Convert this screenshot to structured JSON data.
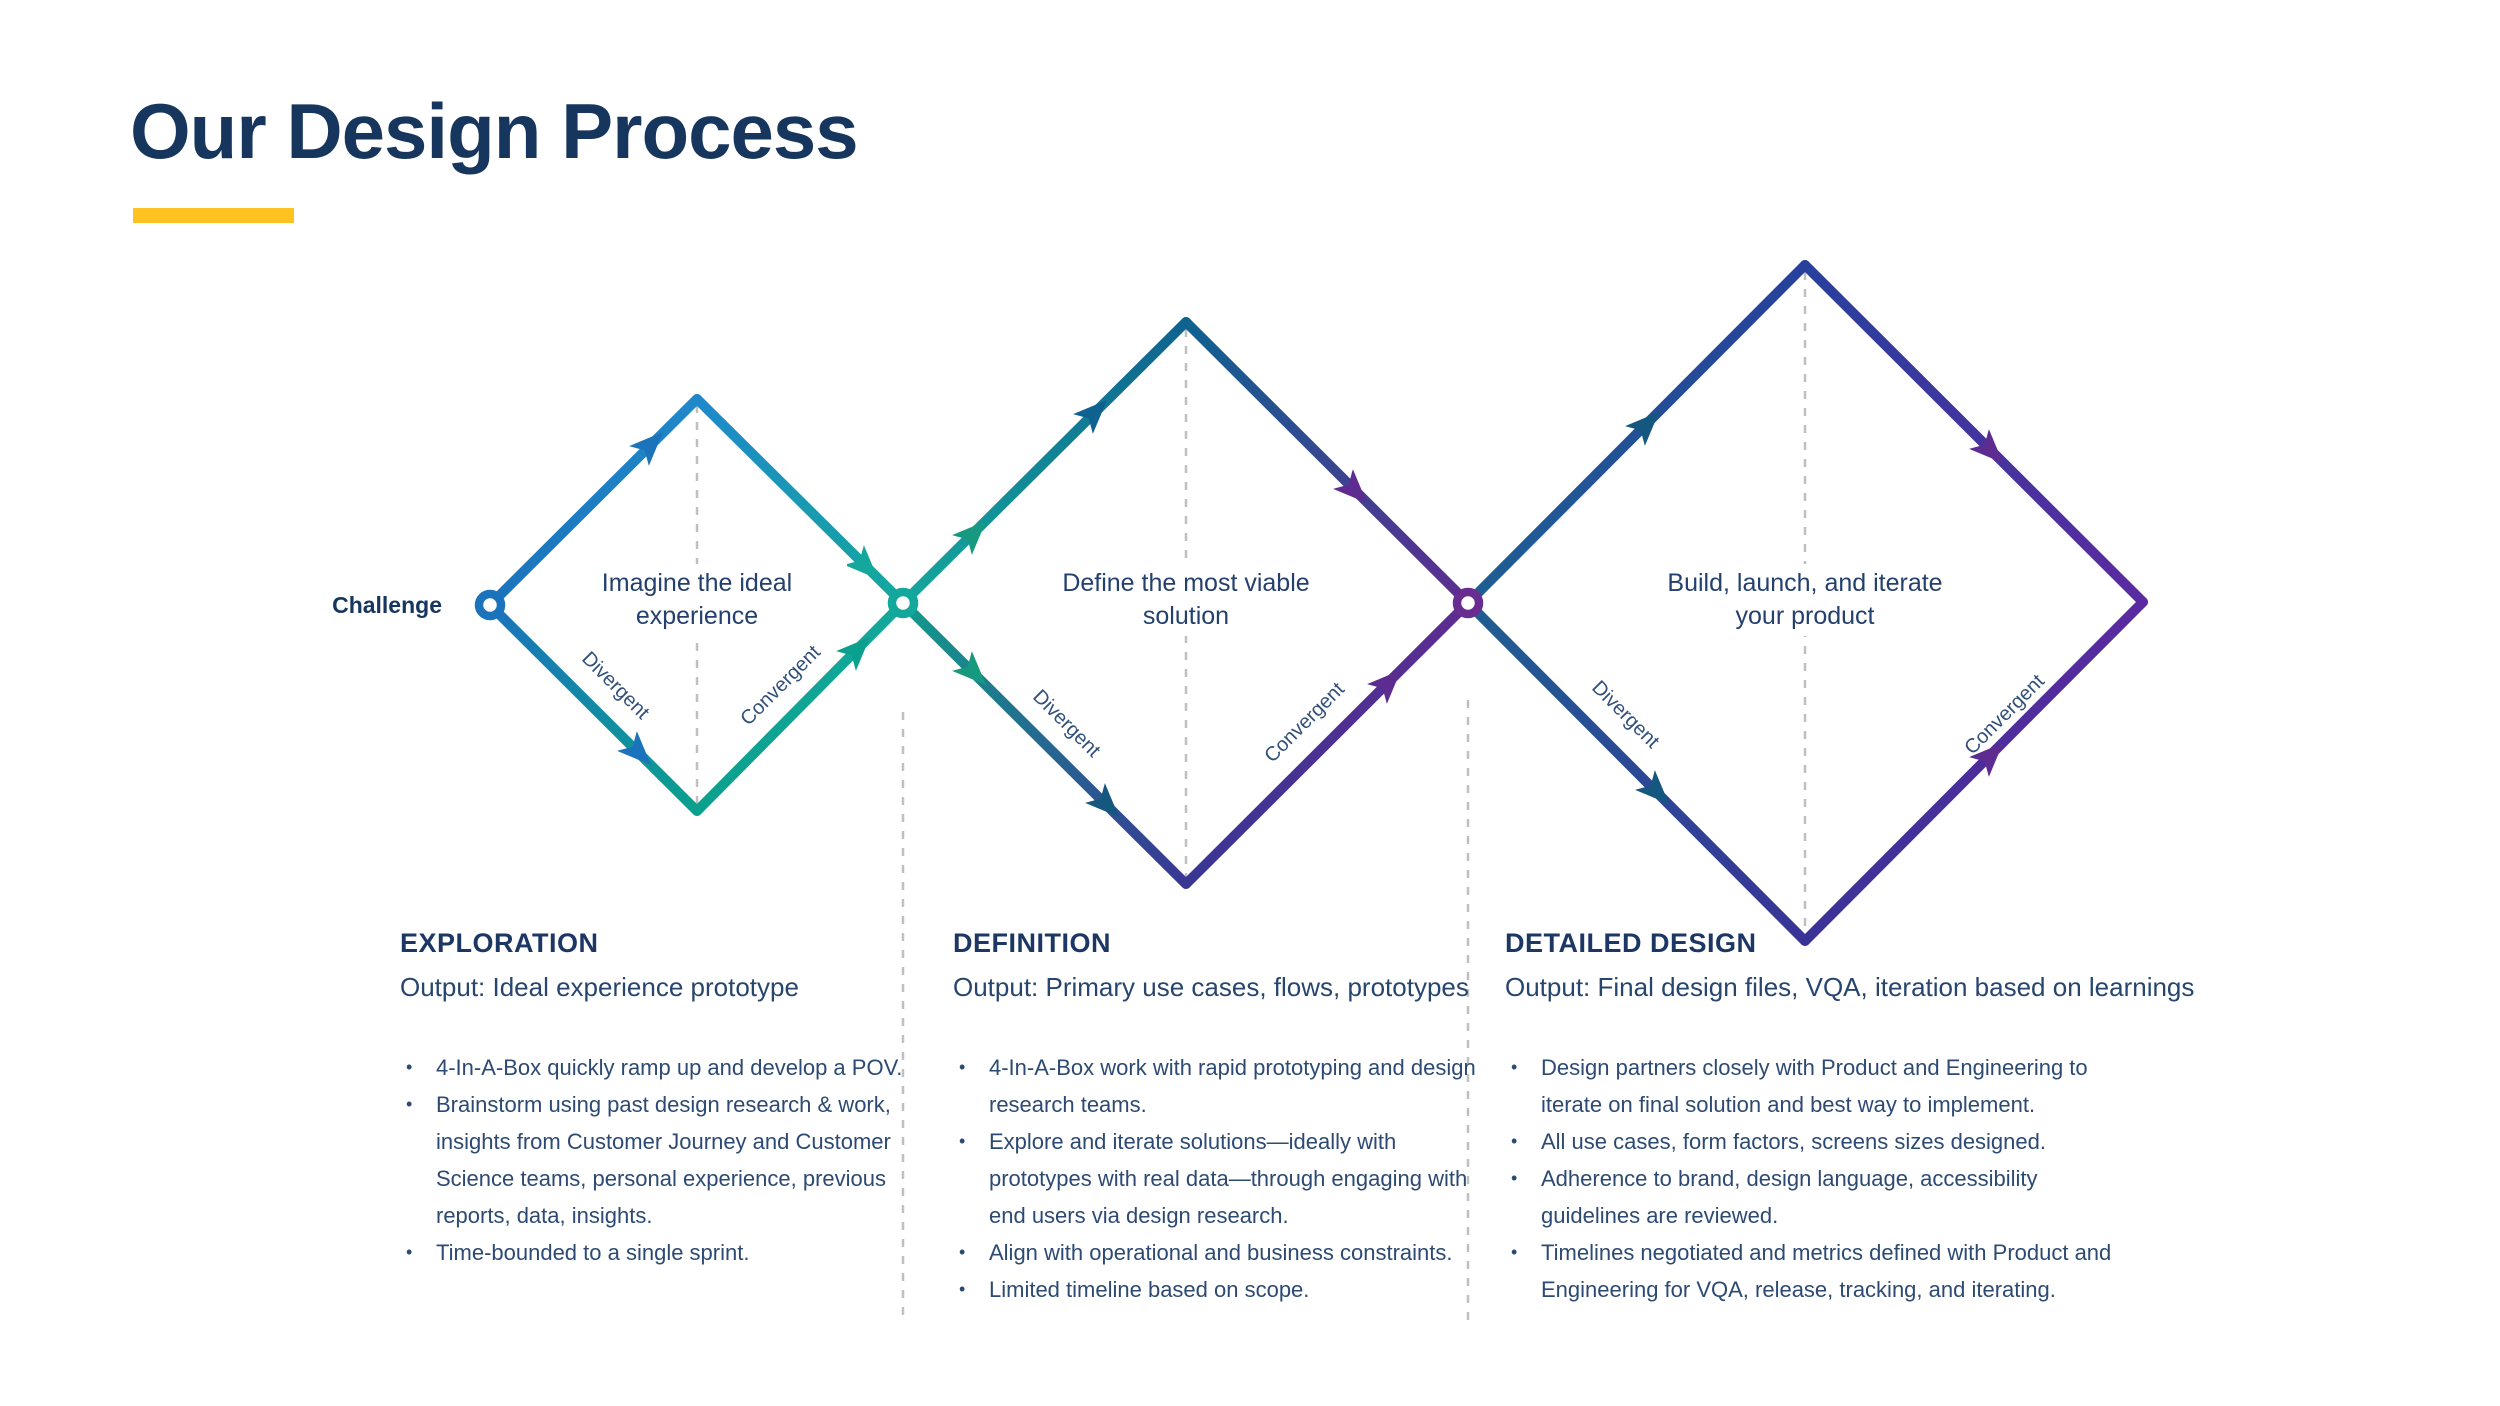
{
  "title": "Our Design Process",
  "challenge_label": "Challenge",
  "diamonds": [
    {
      "label_line1": "Imagine the ideal",
      "label_line2": "experience",
      "divergent": "Divergent",
      "convergent": "Convergent"
    },
    {
      "label_line1": "Define the most viable",
      "label_line2": "solution",
      "divergent": "Divergent",
      "convergent": "Convergent"
    },
    {
      "label_line1": "Build, launch, and iterate",
      "label_line2": "your product",
      "divergent": "Divergent",
      "convergent": "Convergent"
    }
  ],
  "sections": [
    {
      "heading": "EXPLORATION",
      "output": "Output: Ideal experience prototype",
      "bullets": [
        "4-In-A-Box quickly ramp up and develop a POV.",
        "Brainstorm using past design research & work, insights from Customer Journey and Customer Science teams, personal experience, previous reports, data, insights.",
        "Time-bounded to a single sprint."
      ]
    },
    {
      "heading": "DEFINITION",
      "output": "Output: Primary use cases, flows, prototypes",
      "bullets": [
        "4-In-A-Box work with rapid prototyping and design research teams.",
        "Explore and iterate solutions—ideally with prototypes with real data—through engaging with end users via design research.",
        "Align with operational and business constraints.",
        "Limited timeline based on scope."
      ]
    },
    {
      "heading": "DETAILED DESIGN",
      "output": "Output: Final design files, VQA, iteration based on learnings",
      "bullets": [
        "Design partners closely with Product and Engineering to iterate on final solution and best way to implement.",
        "All use cases, form factors, screens sizes designed.",
        "Adherence to brand, design language, accessibility guidelines are reviewed.",
        "Timelines negotiated and metrics defined with Product and Engineering for VQA, release, tracking, and iterating."
      ]
    }
  ],
  "colors": {
    "accent": "#ffc220",
    "title_navy": "#16365e",
    "heading_navy": "#1d3765",
    "label_navy": "#24406e",
    "output_navy": "#27466f",
    "text_navy": "#2c4a73",
    "edge_label": "#31507a",
    "blue": "#1b73bb",
    "sky": "#1f88cb",
    "teal": "#14a89c",
    "green": "#0ba08d",
    "green2": "#16997f",
    "cerulean": "#0f628f",
    "seagreen": "#129a8b",
    "indigo_mid": "#393694",
    "purple": "#5e2c91",
    "steel": "#1e5f92",
    "indigo": "#28409c",
    "indigo_deep": "#3a3397",
    "violet": "#5b2aa0",
    "node_purple": "#692c90",
    "arrow_navy": "#14587f",
    "dash_gray": "#c0c0c0"
  }
}
